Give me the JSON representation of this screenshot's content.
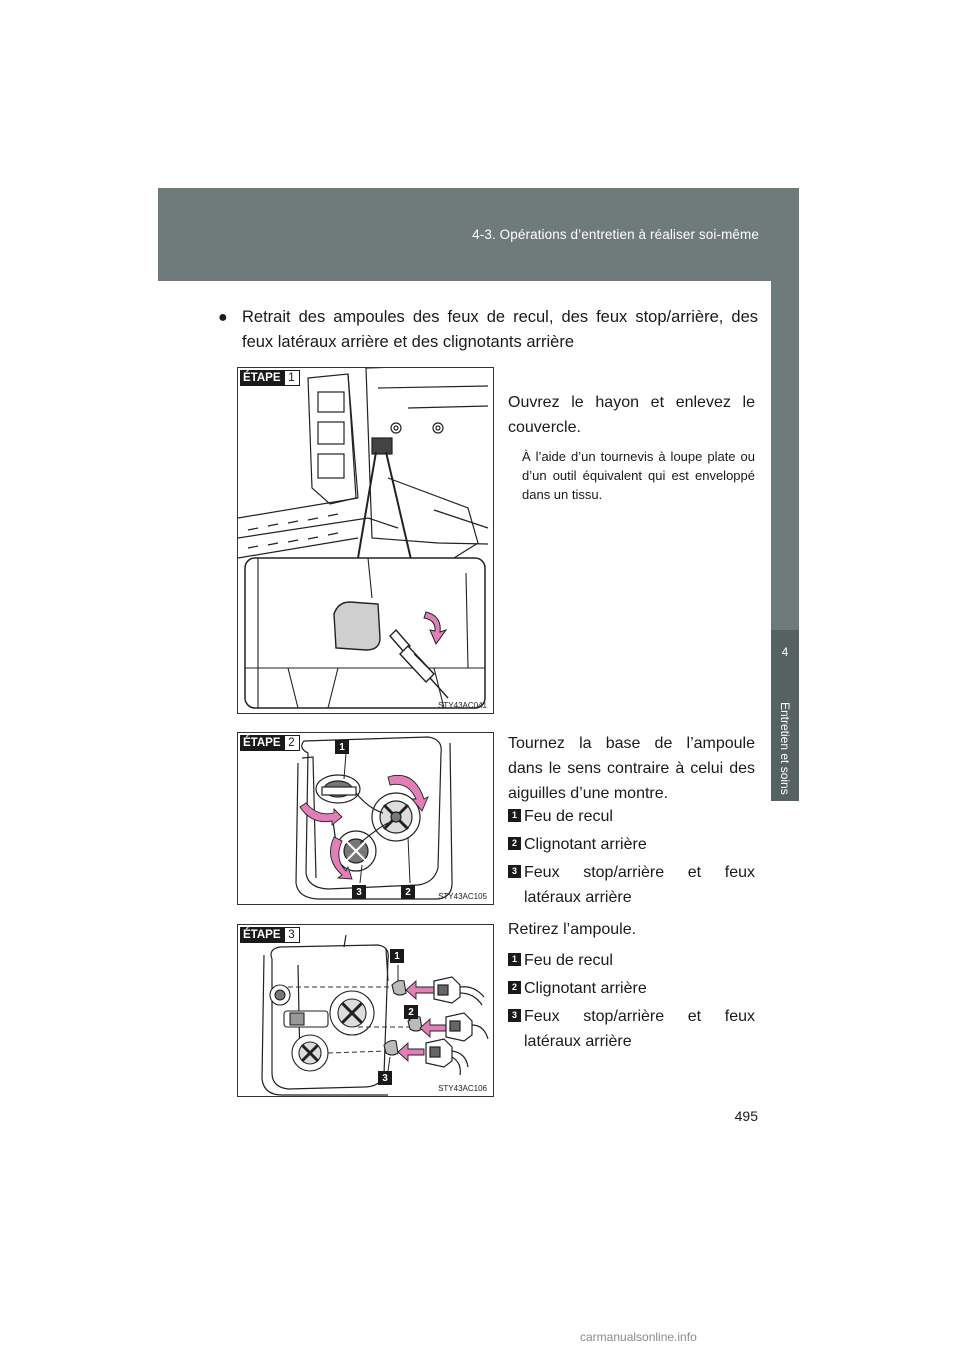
{
  "header": {
    "section_title": "4-3. Opérations d’entretien à réaliser soi-même"
  },
  "side_tab": {
    "chapter_number": "4",
    "chapter_label": "Entretien et soins"
  },
  "intro": {
    "bullet": "●",
    "text": "Retrait des ampoules des feux de recul, des feux stop/arrière, des feux latéraux arrière et des clignotants arrière"
  },
  "steps": [
    {
      "badge_word": "ÉTAPE",
      "badge_number": "1",
      "figure_code": "STY43AC041",
      "instruction": "Ouvrez le hayon et enlevez le couvercle.",
      "note": "À l’aide d’un tournevis à loupe plate ou d’un outil équivalent qui est enveloppé dans un tissu."
    },
    {
      "badge_word": "ÉTAPE",
      "badge_number": "2",
      "figure_code": "STY43AC105",
      "instruction": "Tournez la base de l’ampoule dans le sens contraire à celui des aiguilles d’une montre.",
      "callouts": [
        "1",
        "3",
        "2"
      ],
      "legend": [
        {
          "num": "1",
          "text": "Feu de recul"
        },
        {
          "num": "2",
          "text": "Clignotant arrière"
        },
        {
          "num": "3",
          "text": "Feux stop/arrière et feux latéraux arrière"
        }
      ]
    },
    {
      "badge_word": "ÉTAPE",
      "badge_number": "3",
      "figure_code": "STY43AC106",
      "instruction": "Retirez l’ampoule.",
      "callouts": [
        "1",
        "2",
        "3"
      ],
      "legend": [
        {
          "num": "1",
          "text": "Feu de recul"
        },
        {
          "num": "2",
          "text": "Clignotant arrière"
        },
        {
          "num": "3",
          "text": "Feux stop/arrière et feux latéraux arrière"
        }
      ]
    }
  ],
  "page_number": "495",
  "watermark": "carmanualsonline.info",
  "colors": {
    "band": "#6f7a7a",
    "arrow": "#e27fb8",
    "ink": "#1a1a1a"
  }
}
